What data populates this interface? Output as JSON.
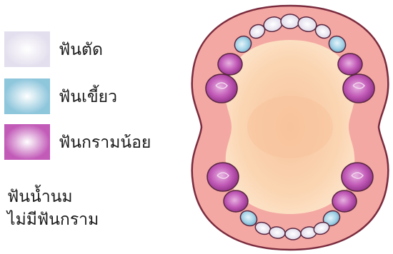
{
  "legend": [
    {
      "label": "ฟันตัด",
      "color": "#e4dfee"
    },
    {
      "label": "ฟันเขี้ยว",
      "color": "#8ec6dc"
    },
    {
      "label": "ฟันกรามน้อย",
      "color": "#c25bb8"
    }
  ],
  "caption": {
    "line1": "ฟันน้ำนม",
    "line2": "ไม่มีฟันกราม"
  },
  "colors": {
    "gum": "#f4a8a3",
    "gum_outline": "#7a2b3e",
    "palate": "#fbd9b8",
    "palate_center": "#f9c8a2",
    "incisor": "#efedf5",
    "canine": "#9ccfe3",
    "premolar": "#b44aa8"
  }
}
